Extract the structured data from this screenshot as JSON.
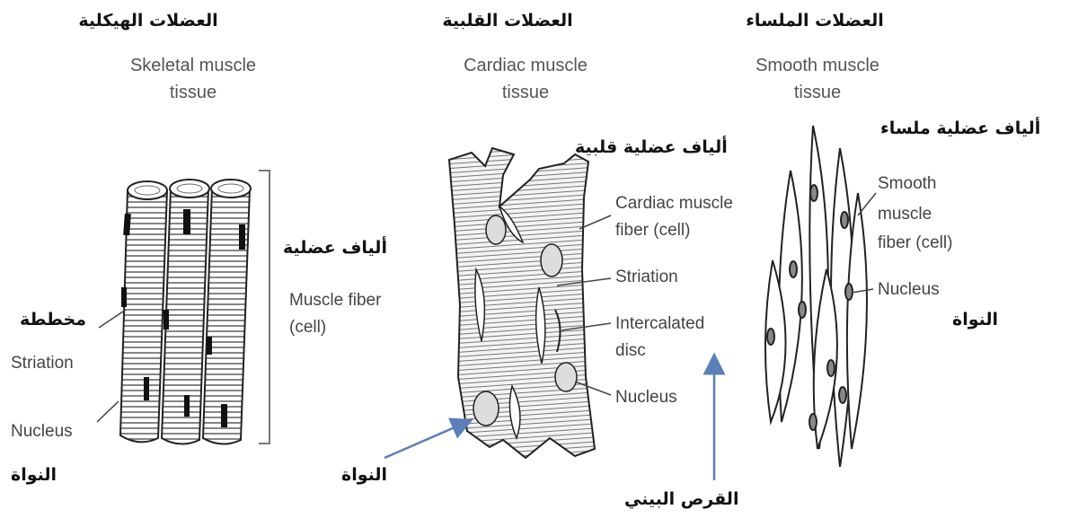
{
  "columns": {
    "skeletal": {
      "title_ar": "العضلات الهيكلية",
      "title_en_1": "Skeletal muscle",
      "title_en_2": "tissue"
    },
    "cardiac": {
      "title_ar": "العضلات القلبية",
      "title_en_1": "Cardiac muscle",
      "title_en_2": "tissue"
    },
    "smooth": {
      "title_ar": "العضلات الملساء",
      "title_en_1": "Smooth muscle",
      "title_en_2": "tissue"
    }
  },
  "skeletal_labels": {
    "fibers_ar": "ألياف عضلية",
    "fiber_en_1": "Muscle fiber",
    "fiber_en_2": "(cell)",
    "striation_ar": "مخططة",
    "striation_en": "Striation",
    "nucleus_en": "Nucleus",
    "nucleus_ar": "النواة"
  },
  "cardiac_labels": {
    "fibers_ar": "ألياف عضلية قلبية",
    "fiber_en_1": "Cardiac muscle",
    "fiber_en_2": "fiber (cell)",
    "striation_en": "Striation",
    "disc_en_1": "Intercalated",
    "disc_en_2": "disc",
    "nucleus_en": "Nucleus",
    "nucleus_ar": "النواة",
    "disc_ar": "القرص البيني"
  },
  "smooth_labels": {
    "fibers_ar": "ألياف عضلية ملساء",
    "fiber_en_1": "Smooth",
    "fiber_en_2": "muscle",
    "fiber_en_3": "fiber (cell)",
    "nucleus_en": "Nucleus",
    "nucleus_ar": "النواة"
  },
  "colors": {
    "arrow": "#5b7fb8",
    "ink": "#222222",
    "label": "#555555"
  }
}
